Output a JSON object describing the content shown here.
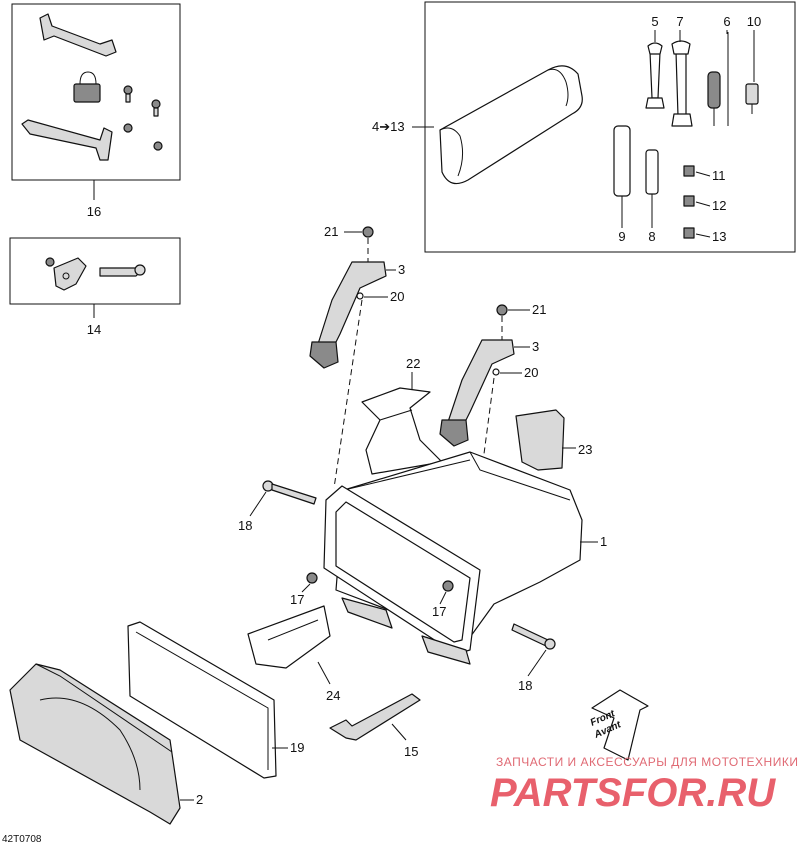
{
  "diagram_code": "42T0708",
  "watermark": {
    "caption": "ЗАПЧАСТИ И АКСЕССУАРЫ ДЛЯ МОТОТЕХНИКИ",
    "brand": "PARTSFOR.RU"
  },
  "front_arrow": {
    "line1": "Front",
    "line2": "Avant"
  },
  "callouts": {
    "c1": "1",
    "c2": "2",
    "c3a": "3",
    "c3b": "3",
    "c4_13": "4➔13",
    "c5": "5",
    "c6": "6",
    "c7": "7",
    "c8": "8",
    "c9": "9",
    "c10": "10",
    "c11": "11",
    "c12": "12",
    "c13": "13",
    "c14": "14",
    "c15": "15",
    "c16": "16",
    "c17a": "17",
    "c17b": "17",
    "c18a": "18",
    "c18b": "18",
    "c19": "19",
    "c20a": "20",
    "c20b": "20",
    "c21a": "21",
    "c21b": "21",
    "c22": "22",
    "c23": "23",
    "c24": "24"
  }
}
